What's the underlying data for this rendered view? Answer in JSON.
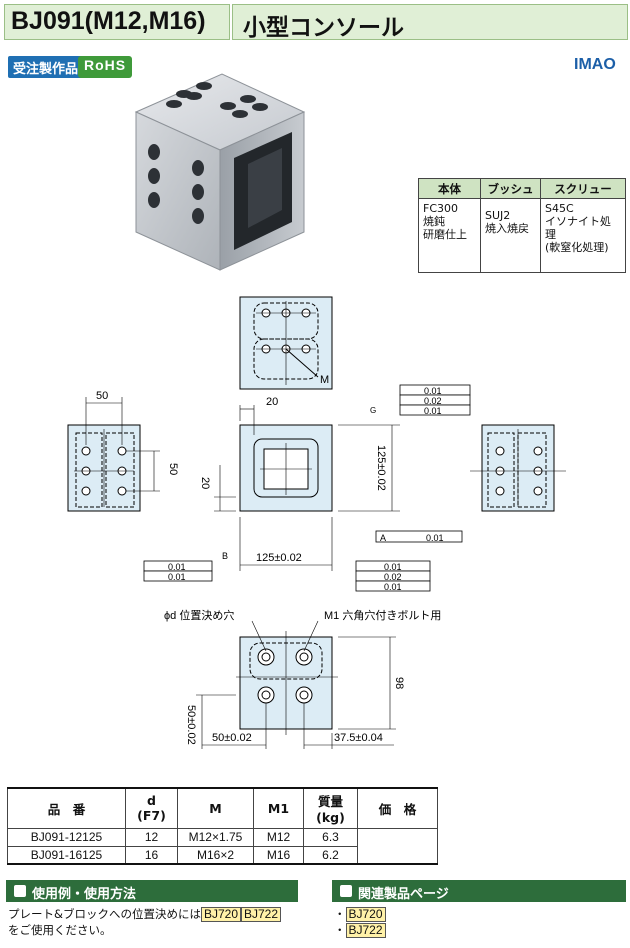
{
  "header": {
    "code": "BJ091(M12,M16)",
    "name": "小型コンソール"
  },
  "badges": {
    "order": "受注製作品",
    "rohs": "RoHS"
  },
  "brand": "IMAO",
  "materials": {
    "headers": [
      "本体",
      "ブッシュ",
      "スクリュー"
    ],
    "cells": [
      [
        "FC300",
        "焼鈍",
        "研磨仕上"
      ],
      [
        "SUJ2",
        "焼入焼戻"
      ],
      [
        "S45C",
        "イソナイト処理",
        "(軟窒化処理)"
      ]
    ]
  },
  "drawing": {
    "label_M": "M",
    "dim_50": "50",
    "dim_20_top": "20",
    "dim_50_side": "50",
    "dim_20_left": "20",
    "dim_125_h": "125±0.02",
    "dim_125_v": "125±0.02",
    "hole_d": "ϕd 位置決め穴",
    "hole_m1": "M1 六角穴付きボルト用",
    "dim_98": "98",
    "dim_50_bottom": "50±0.02",
    "dim_37_5": "37.5±0.04",
    "dim_50_vert": "50±0.02",
    "tol_001": "0.01",
    "tol_002": "0.02",
    "datum_A": "A",
    "datum_B": "B",
    "finish_G": "G"
  },
  "spec": {
    "headers": {
      "part": "品　番",
      "d": "d",
      "d_sub": "(F7)",
      "M": "M",
      "M1": "M1",
      "mass": "質量",
      "mass_sub": "(kg)",
      "price": "価　格"
    },
    "rows": [
      {
        "part": "BJ091-12125",
        "d": "12",
        "M": "M12×1.75",
        "M1": "M12",
        "mass": "6.3"
      },
      {
        "part": "BJ091-16125",
        "d": "16",
        "M": "M16×2",
        "M1": "M16",
        "mass": "6.2"
      }
    ]
  },
  "usage": {
    "title": "使用例・使用方法",
    "text1": "プレート&ブロックへの位置決めには",
    "tag1": "BJ720",
    "tag2": "BJ722",
    "text2": "をご使用ください。"
  },
  "related": {
    "title": "関連製品ページ",
    "items": [
      "BJ720",
      "BJ722"
    ]
  }
}
